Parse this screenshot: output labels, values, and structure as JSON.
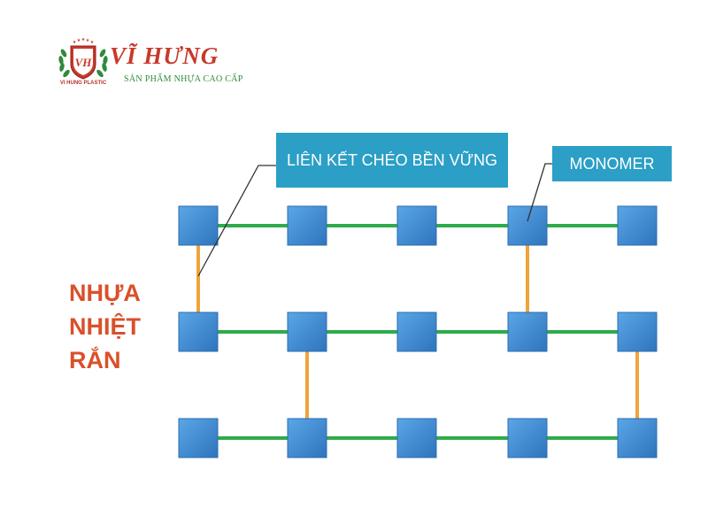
{
  "logo": {
    "brand_name": "VĨ HƯNG",
    "tagline": "SẢN PHẨM NHỰA CAO CẤP",
    "seal_initials": "VH",
    "seal_caption": "VI HUNG PLASTIC"
  },
  "title_lines": [
    "NHỰA",
    "NHIỆT",
    "RẮN"
  ],
  "callouts": {
    "crosslink": "LIÊN KẾT CHÉO BỀN VỮNG",
    "monomer": "MONOMER"
  },
  "colors": {
    "monomer_fill": "#4a92d8",
    "chain_bond": "#2eab4a",
    "cross_link": "#f0a43a",
    "callout_bg": "#2b9fc6",
    "title_text": "#d9502b",
    "brand_red": "#c8392b",
    "brand_green": "#2f8a3c"
  },
  "lattice": {
    "rows": 3,
    "columns": 5,
    "cross_links": [
      {
        "between_rows": [
          1,
          2
        ],
        "column": 1
      },
      {
        "between_rows": [
          1,
          2
        ],
        "column": 4
      },
      {
        "between_rows": [
          2,
          3
        ],
        "column": 2
      },
      {
        "between_rows": [
          2,
          3
        ],
        "column": 5
      }
    ]
  }
}
